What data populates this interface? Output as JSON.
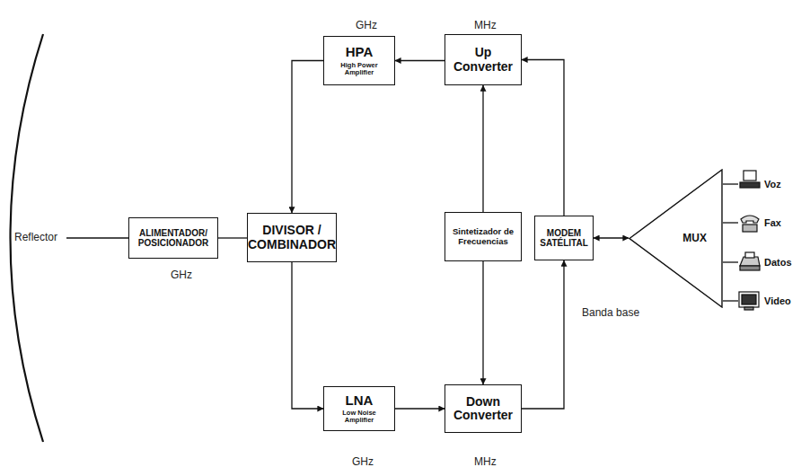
{
  "diagram": {
    "nodes": [
      {
        "text": [
          "HPA",
          "High Power Amplifier"
        ]
      },
      {
        "text": [
          "Up Converter"
        ]
      },
      {
        "text": [
          "ALIMENTADOR/ POSICIONADOR"
        ]
      },
      {
        "text": [
          "DIVISOR / COMBINADOR"
        ]
      },
      {
        "text": [
          "Sintetizador de Frecuencias"
        ]
      },
      {
        "text": [
          "MODEM SATÉLITAL"
        ]
      },
      {
        "text": [
          "MUX"
        ]
      },
      {
        "text": [
          "LNA",
          "Low Noise Amplifier"
        ]
      },
      {
        "text": [
          "Down Converter"
        ]
      }
    ],
    "edges": [
      {
        "from": 2,
        "to": 3,
        "arrow": "none"
      },
      {
        "from": 0,
        "to": 3,
        "arrow": "to"
      },
      {
        "from": 1,
        "to": 0,
        "arrow": "to"
      },
      {
        "from": 5,
        "to": 1,
        "arrow": "to"
      },
      {
        "from": 4,
        "to": 1,
        "arrow": "to"
      },
      {
        "from": 4,
        "to": 8,
        "arrow": "to"
      },
      {
        "from": 3,
        "to": 7,
        "arrow": "to"
      },
      {
        "from": 7,
        "to": 8,
        "arrow": "to"
      },
      {
        "from": 8,
        "to": 5,
        "arrow": "to"
      },
      {
        "from": 5,
        "to": 6,
        "arrow": "both"
      }
    ],
    "labels": [
      "GHz",
      "MHz",
      "Reflector",
      "GHz",
      "Banda base",
      "Voz",
      "Fax",
      "Datos",
      "Video",
      "GHz",
      "MHz"
    ]
  }
}
